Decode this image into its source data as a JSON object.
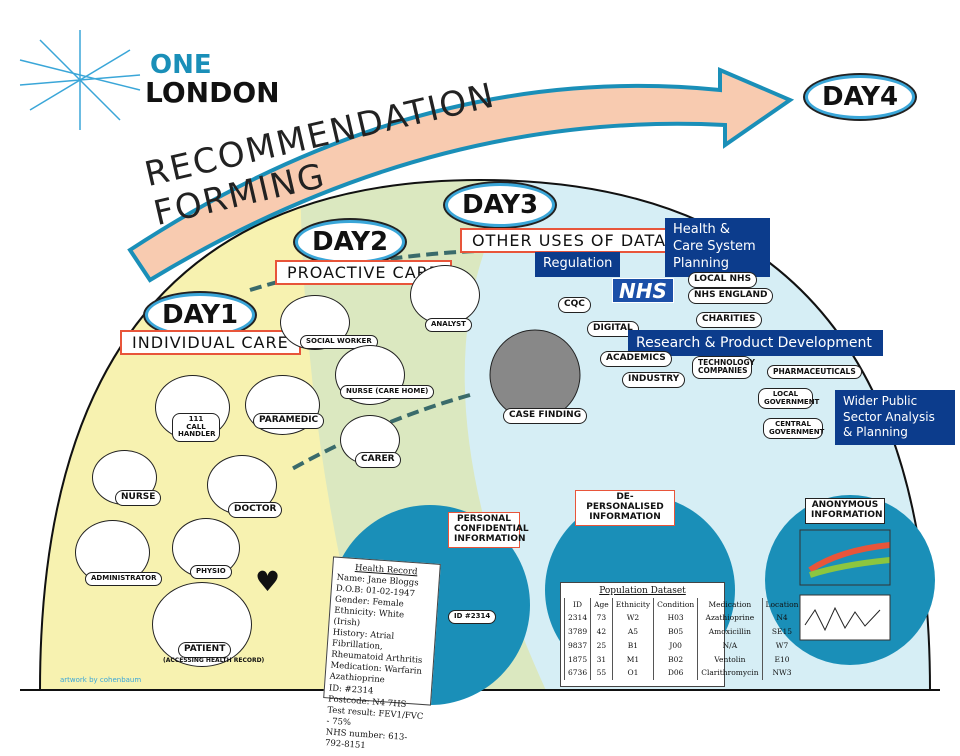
{
  "logo": {
    "line1": "ONE",
    "line2": "LONDON"
  },
  "arrow_title": "RECOMMENDATION FORMING",
  "days": [
    {
      "label": "DAY1",
      "subtitle": "INDIVIDUAL CARE"
    },
    {
      "label": "DAY2",
      "subtitle": "PROACTIVE CARE"
    },
    {
      "label": "DAY3",
      "subtitle": "OTHER USES OF DATA"
    },
    {
      "label": "DAY4"
    }
  ],
  "roles": [
    "SOCIAL WORKER",
    "NURSE (CARE HOME)",
    "CARER",
    "111 CALL HANDLER",
    "PARAMEDIC",
    "NURSE",
    "DOCTOR",
    "ADMINISTRATOR",
    "PHYSIO",
    "PATIENT",
    "(ACCESSING HEALTH RECORD)",
    "ANALYST",
    "CASE FINDING"
  ],
  "uses": {
    "regulation": "Regulation",
    "cqc": "CQC",
    "planning": "Health & Care System Planning",
    "nhs_logo": "NHS",
    "local_nhs": "LOCAL NHS",
    "nhs_england": "NHS ENGLAND",
    "charities": "CHARITIES",
    "digital": "DIGITAL",
    "research": "Research & Product Development",
    "academics": "ACADEMICS",
    "industry": "INDUSTRY",
    "tech": "TECHNOLOGY COMPANIES",
    "pharma": "PHARMACEUTICALS",
    "local_gov": "LOCAL GOVERNMENT",
    "central_gov": "CENTRAL GOVERNMENT",
    "wider": "Wider Public Sector Analysis & Planning"
  },
  "sections": {
    "personal": "PERSONAL CONFIDENTIAL INFORMATION",
    "depersonalised": "DE-PERSONALISED INFORMATION",
    "anonymous": "ANONYMOUS INFORMATION"
  },
  "id_badge": "ID #2314",
  "health_record": {
    "title": "Health Record",
    "fields": [
      {
        "k": "Name:",
        "v": "Jane Bloggs"
      },
      {
        "k": "D.O.B:",
        "v": "01-02-1947"
      },
      {
        "k": "Gender:",
        "v": "Female"
      },
      {
        "k": "Ethnicity:",
        "v": "White (Irish)"
      },
      {
        "k": "History:",
        "v": "Atrial Fibrillation, Rheumatoid Arthritis"
      },
      {
        "k": "Medication:",
        "v": "Warfarin Azathioprine"
      },
      {
        "k": "ID:",
        "v": "#2314"
      },
      {
        "k": "Postcode:",
        "v": "N4 7HS"
      },
      {
        "k": "Test result:",
        "v": "FEV1/FVC - 75%"
      },
      {
        "k": "NHS number:",
        "v": "613-792-8151"
      }
    ]
  },
  "population_dataset": {
    "title": "Population Dataset",
    "headers": [
      "ID",
      "Age",
      "Ethnicity",
      "Condition",
      "Medication",
      "Location"
    ],
    "rows": [
      [
        "2314",
        "73",
        "W2",
        "H03",
        "Azathioprine",
        "N4"
      ],
      [
        "3789",
        "42",
        "A5",
        "B05",
        "Amoxicillin",
        "SE15"
      ],
      [
        "9837",
        "25",
        "B1",
        "J00",
        "N/A",
        "W7"
      ],
      [
        "1875",
        "31",
        "M1",
        "B02",
        "Ventolin",
        "E10"
      ],
      [
        "6736",
        "55",
        "O1",
        "D06",
        "Clarithromycin",
        "NW3"
      ]
    ]
  },
  "credit": "artwork by cohenbaum",
  "colors": {
    "yellow": "#f7f2b0",
    "green": "#dbe8c0",
    "lightblue": "#d6eef5",
    "teal": "#1a8fb8",
    "navy": "#0c3c8c",
    "arrow": "#f8cbb0"
  }
}
